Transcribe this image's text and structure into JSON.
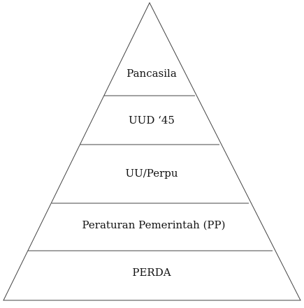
{
  "pyramid": {
    "levels": [
      {
        "label": "Pancasila"
      },
      {
        "label": "UUD ‘45"
      },
      {
        "label": "UU/Perpu"
      },
      {
        "label": "Peraturan Pemerintah (PP)"
      },
      {
        "label": "PERDA"
      }
    ],
    "colors": {
      "line": "#444444",
      "text": "#111111",
      "background": "#ffffff"
    }
  }
}
